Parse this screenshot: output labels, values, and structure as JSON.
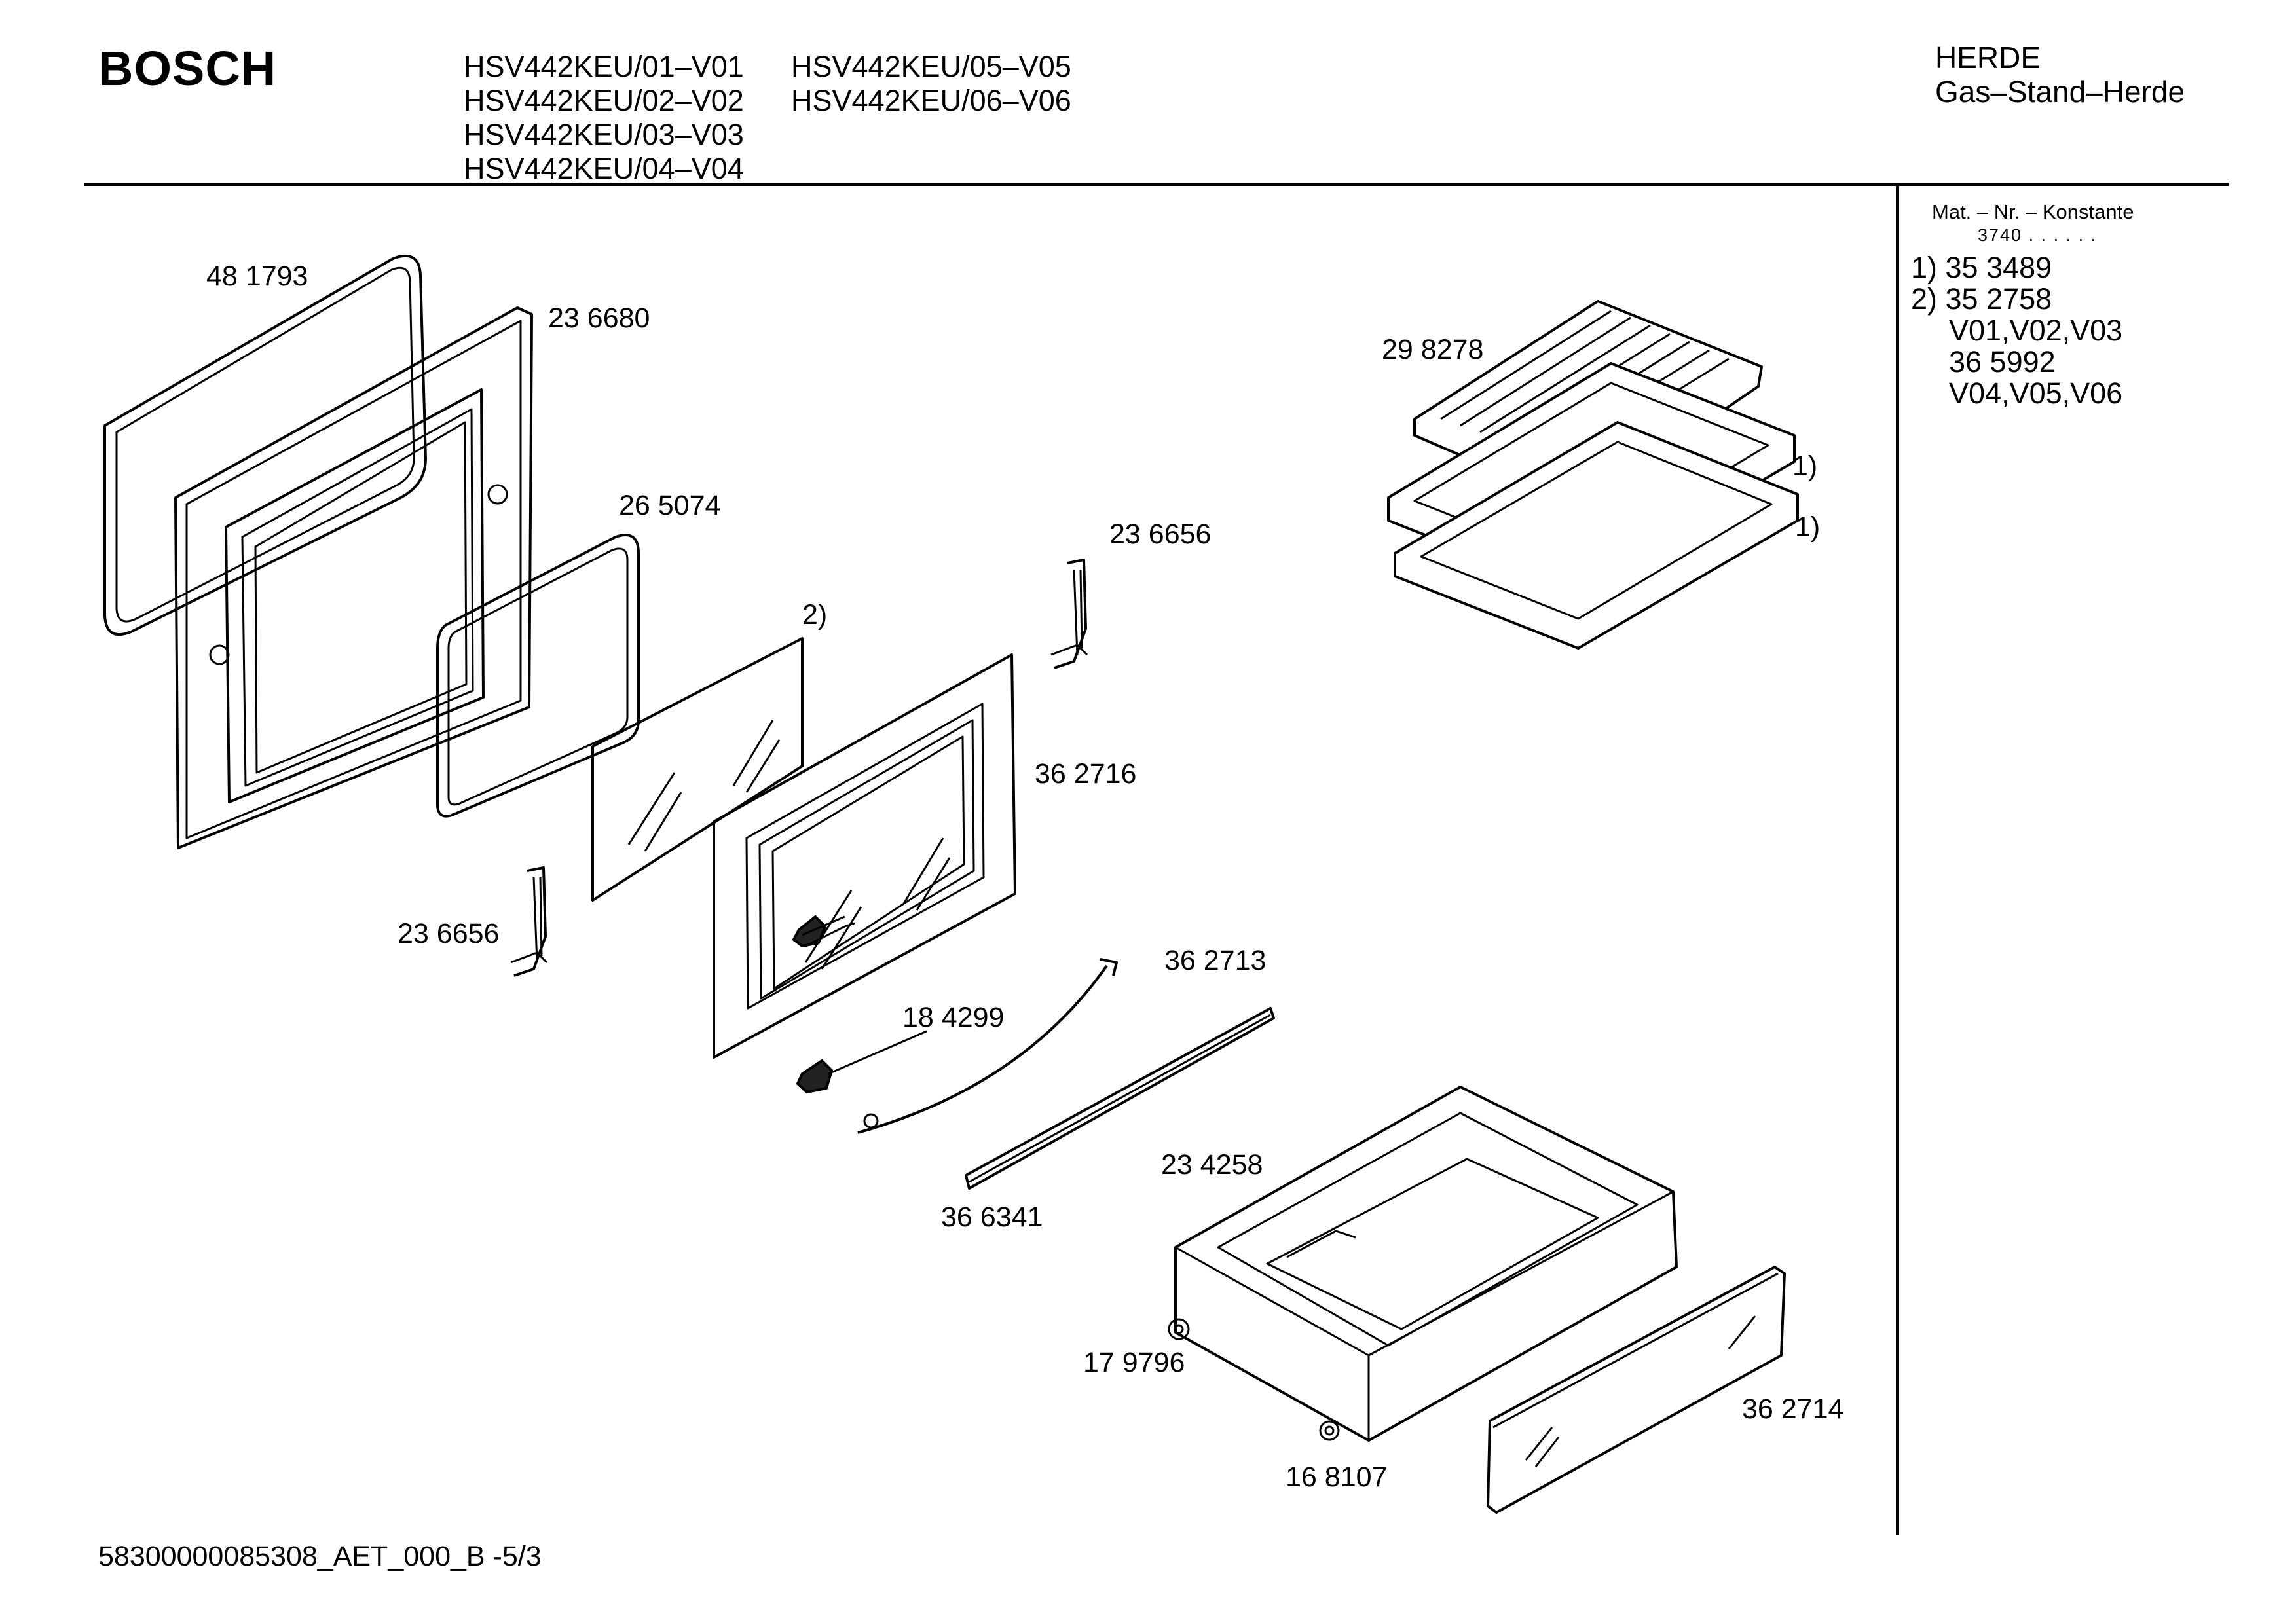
{
  "header": {
    "brand": "BOSCH",
    "models_col1": [
      "HSV442KEU/01–V01",
      "HSV442KEU/02–V02",
      "HSV442KEU/03–V03",
      "HSV442KEU/04–V04"
    ],
    "models_col2": [
      "HSV442KEU/05–V05",
      "HSV442KEU/06–V06"
    ],
    "category": "HERDE",
    "subcategory": "Gas–Stand–Herde"
  },
  "material_panel": {
    "title": "Mat. – Nr. – Konstante",
    "constant": "3740 . .   . . . .",
    "lines": [
      "1) 35 3489",
      "2) 35 2758",
      "V01,V02,V03",
      "36 5992",
      "V04,V05,V06"
    ]
  },
  "parts": {
    "p481793": "48 1793",
    "p236680": "23 6680",
    "p265074": "26 5074",
    "p236656a": "23 6656",
    "p236656b": "23 6656",
    "note2": "2)",
    "p362716": "36 2716",
    "p362713": "36 2713",
    "p184299": "18 4299",
    "p298278": "29 8278",
    "note1a": "1)",
    "note1b": "1)",
    "p234258": "23 4258",
    "p366341": "36 6341",
    "p179796": "17 9796",
    "p362714": "36 2714",
    "p168107": "16 8107"
  },
  "footer": {
    "code": "58300000085308_AET_000_B -5/3"
  }
}
